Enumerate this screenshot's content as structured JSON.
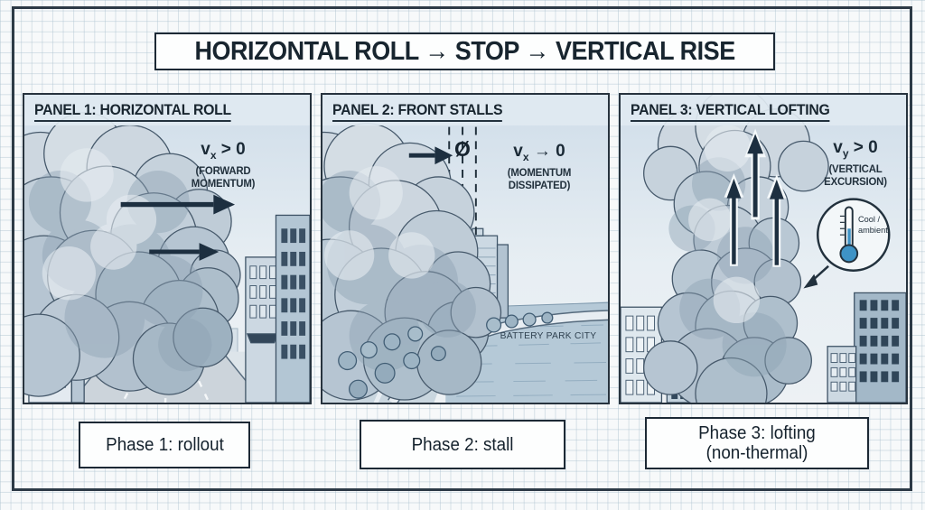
{
  "title": "HORIZONTAL ROLL → STOP → VERTICAL RISE",
  "panels": [
    {
      "header": "PANEL 1: HORIZONTAL ROLL",
      "formula": {
        "base": "v",
        "sub": "x",
        "rest": " > 0"
      },
      "caption_line1": "(FORWARD",
      "caption_line2": "MOMENTUM)"
    },
    {
      "header": "PANEL 2: FRONT STALLS",
      "formula": {
        "base": "v",
        "sub": "x",
        "rest": " → 0"
      },
      "caption_line1": "(MOMENTUM",
      "caption_line2": "DISSIPATED)",
      "null_symbol": "Ø",
      "map_label": "BATTERY PARK CITY"
    },
    {
      "header": "PANEL 3: VERTICAL LOFTING",
      "formula": {
        "base": "v",
        "sub": "y",
        "rest": " > 0"
      },
      "caption_line1": "(VERTICAL",
      "caption_line2": "EXCURSION)",
      "inset_line1": "Cool /",
      "inset_line2": "ambient"
    }
  ],
  "phase_labels": [
    {
      "line1": "Phase 1: rollout"
    },
    {
      "line1": "Phase 2: stall"
    },
    {
      "line1": "Phase 3: lofting",
      "line2": "(non-thermal)"
    }
  ],
  "colors": {
    "ink": "#22313d",
    "arrow_navy": "#1d2f40",
    "sky_top": "#cfdde9",
    "header_strip": "#dfe9f0",
    "cloud_fill": "#c2cfda",
    "thermometer_blue": "#3e93c6",
    "grid_line": "#aac0ce"
  }
}
